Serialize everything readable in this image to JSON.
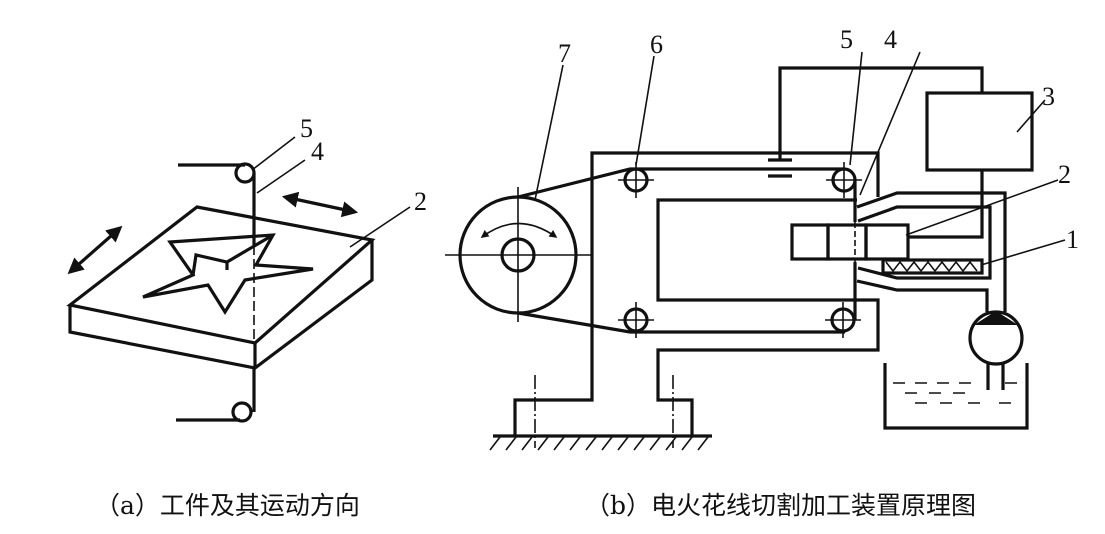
{
  "figure_a": {
    "caption": "（a）工件及其运动方向",
    "labels": {
      "guide_wheel": "5",
      "wire": "4",
      "workpiece": "2"
    }
  },
  "figure_b": {
    "caption": "（b）电火花线切割加工装置原理图",
    "labels": {
      "nozzle": "1",
      "workpiece": "2",
      "power_supply": "3",
      "wire": "4",
      "guide_wheel": "5",
      "support_wheel": "6",
      "wire_drum": "7"
    }
  }
}
